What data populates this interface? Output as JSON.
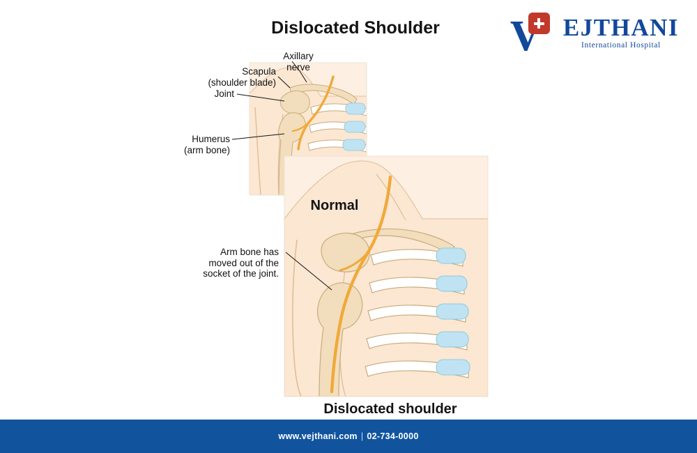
{
  "logo": {
    "name": "EJTHANI",
    "subtitle": "International Hospital",
    "v_letter": "V",
    "cross_icon": "medical-cross-icon"
  },
  "figure": {
    "title": "Dislocated Shoulder",
    "caption_top": "Normal",
    "caption_bottom": "Dislocated shoulder",
    "labels": {
      "axillary_nerve": "Axillary\nnerve",
      "axillary_nerve_line1": "Axillary",
      "axillary_nerve_line2": "nerve",
      "scapula_line1": "Scapula",
      "scapula_line2": "(shoulder blade)",
      "joint": "Joint",
      "humerus_line1": "Humerus",
      "humerus_line2": "(arm bone)",
      "dislocation_line1": "Arm bone has",
      "dislocation_line2": "moved out of the",
      "dislocation_line3": "socket of the joint."
    }
  },
  "footer": {
    "website": "www.vejthani.com",
    "separator": "|",
    "phone": "02-734-0000"
  },
  "colors": {
    "brand_blue": "#12489b",
    "footer_blue": "#11549d",
    "cross_red": "#c0392b",
    "skin": "#fbe7d2",
    "bone": "#f2debc",
    "cartilage": "#bfe3f2",
    "nerve": "#f0a93a"
  }
}
